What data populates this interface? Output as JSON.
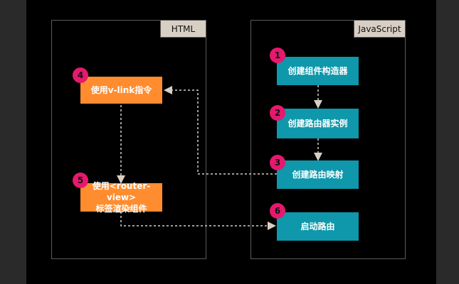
{
  "panels": {
    "html_title": "HTML",
    "js_title": "JavaScript"
  },
  "html_steps": [
    {
      "number": "4",
      "label": "使用v-link指令"
    },
    {
      "number": "5",
      "label_line1": "使用<router-view>",
      "label_line2": "标签渲染组件"
    }
  ],
  "js_steps": [
    {
      "number": "1",
      "label": "创建组件构造器"
    },
    {
      "number": "2",
      "label": "创建路由器实例"
    },
    {
      "number": "3",
      "label": "创建路由映射"
    },
    {
      "number": "6",
      "label": "启动路由"
    }
  ],
  "colors": {
    "html_box": "#ff8c2e",
    "js_box": "#0f97ab",
    "badge": "#e5196d",
    "connector": "#d8cfc4"
  }
}
